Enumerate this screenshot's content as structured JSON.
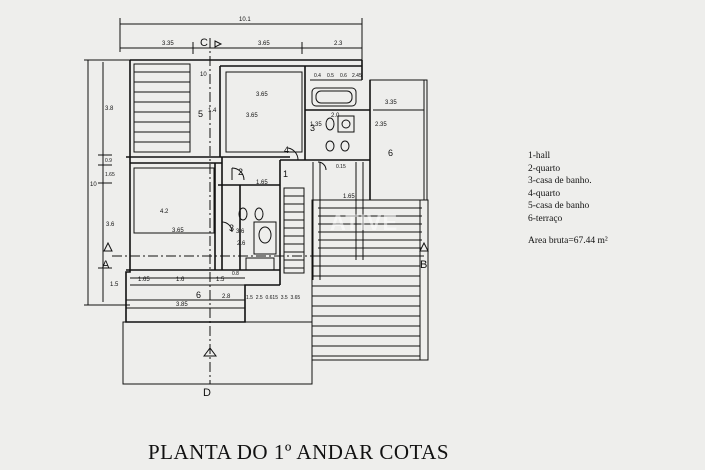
{
  "title": "PLANTA DO 1º ANDAR COTAS",
  "legend": {
    "items": [
      "1-hall",
      "2-quarto",
      "3-casa de banho.",
      "4-quarto",
      "5-casa de banho",
      "6-terraço"
    ],
    "area": "Area bruta=67.44 m²"
  },
  "watermark": "ATIVE",
  "section_markers": {
    "a": "A",
    "b": "B",
    "c": "C",
    "d": "D"
  },
  "room_numbers": {
    "r1": "1",
    "r2": "2",
    "r3a": "3",
    "r3b": "3",
    "r4": "4",
    "r5": "5",
    "r6a": "6",
    "r6b": "6",
    "r10": "10"
  },
  "dimensions": {
    "top_total": "10.1",
    "top_335": "3.35",
    "top_365": "3.65",
    "top_23": "2.3",
    "top_04": "0.4",
    "top_05": "0.5",
    "top_06": "0.6",
    "top_245": "2.45",
    "bath_20": "2.0",
    "room4_365h": "3.65",
    "room4_365v": "3.65",
    "room4_14": "1.4",
    "bath_135": "1.35",
    "ter_335": "3.35",
    "ter_235": "2.35",
    "left_38": "3.8",
    "left_10": "10",
    "left_09": "0.9",
    "left_165": "1.65",
    "left_36": "3.6",
    "left_15": "1.5",
    "room2_42": "4.2",
    "room2_365": "3.65",
    "hall_165": "1.65",
    "b3_36": "3.6",
    "b3_26": "2.6",
    "dim_165": "1.65",
    "bot_165": "1.65",
    "bot_16": "1.6",
    "bot_15": "1.5",
    "bot_08": "0.8",
    "bot_28": "2.8",
    "bot_385": "3.85",
    "bot_row": "1.5  2.5  0.615  3.5  3.65",
    "hall_015": "0.15"
  }
}
